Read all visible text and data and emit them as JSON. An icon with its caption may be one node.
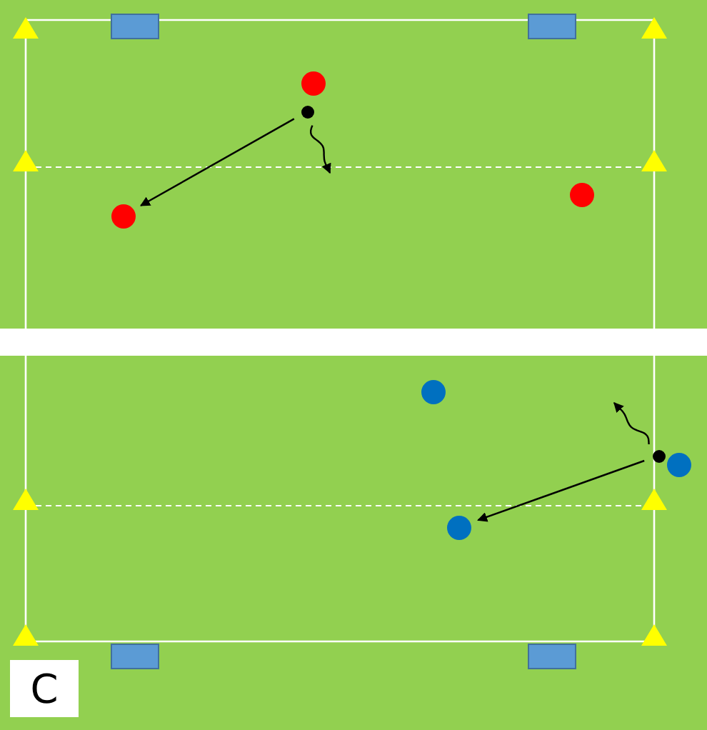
{
  "diagram": {
    "nodes": [
      {
        "text": [],
        "shape": "circle"
      },
      {
        "text": [],
        "shape": "circle"
      },
      {
        "text": [],
        "shape": "circle"
      },
      {
        "text": [],
        "shape": "circle"
      },
      {
        "text": [],
        "shape": "circle"
      },
      {
        "text": [],
        "shape": "circle"
      },
      {
        "text": [],
        "shape": "circle"
      },
      {
        "text": [],
        "shape": "circle"
      }
    ],
    "edges": [
      {
        "from": 1,
        "to": 2,
        "arrow": "to"
      },
      {
        "from": 1,
        "to": null,
        "arrow": "to"
      },
      {
        "from": 5,
        "to": 7,
        "arrow": "to"
      },
      {
        "from": 5,
        "to": null,
        "arrow": "to"
      }
    ],
    "labels": [
      "C"
    ]
  }
}
